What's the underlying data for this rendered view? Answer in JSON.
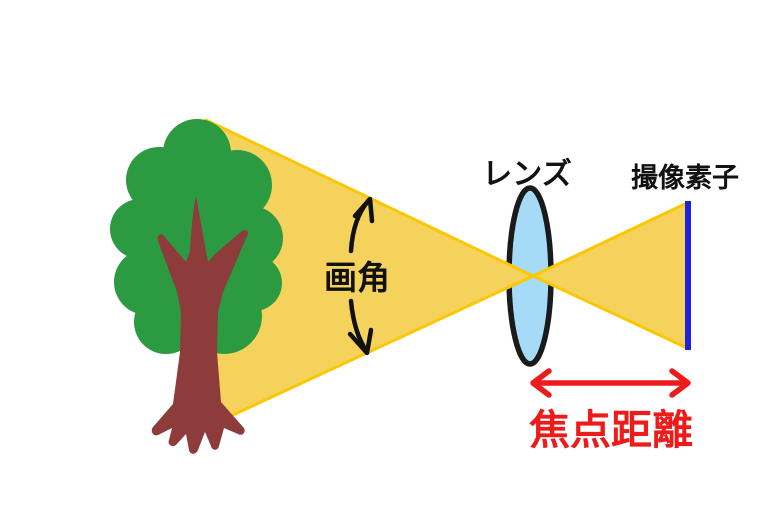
{
  "labels": {
    "lens": "レンズ",
    "sensor": "撮像素子",
    "angle_of_view": "画角",
    "focal_length": "焦点距離"
  },
  "colors": {
    "background": "#FFFFFF",
    "ray-fill": "#F5D25B",
    "ray-edge": "#FBC703",
    "leaf-green": "#2C9A41",
    "trunk-brown": "#8D3B3B",
    "lens-fill": "#A5DBF7",
    "lens-outline": "#1A1A1A",
    "sensor-blue": "#2021DE",
    "annotation-red": "#EE1B1B",
    "text-black": "#111111"
  }
}
